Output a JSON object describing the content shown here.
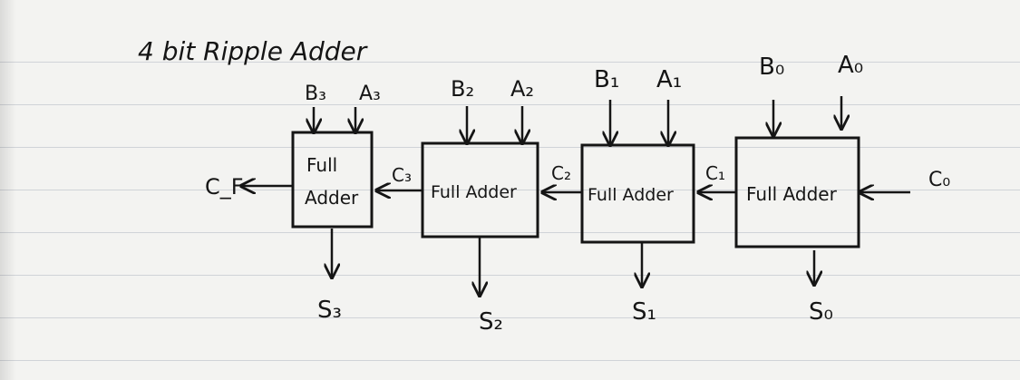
{
  "title": "4 bit Ripple Adder",
  "stages": [
    {
      "id": "stage3",
      "block_label_line1": "Full",
      "block_label_line2": "Adder",
      "input_b": "B₃",
      "input_a": "A₃",
      "sum": "S₃",
      "carry_out": "C_F"
    },
    {
      "id": "stage2",
      "block_label": "Full Adder",
      "input_b": "B₂",
      "input_a": "A₂",
      "sum": "S₂",
      "carry_out": "C₃"
    },
    {
      "id": "stage1",
      "block_label": "Full Adder",
      "input_b": "B₁",
      "input_a": "A₁",
      "sum": "S₁",
      "carry_out": "C₂"
    },
    {
      "id": "stage0",
      "block_label": "Full Adder",
      "input_b": "B₀",
      "input_a": "A₀",
      "sum": "S₀",
      "carry_out": "C₁",
      "carry_in": "C₀"
    }
  ],
  "colors": {
    "ink": "#151515",
    "paper": "#f3f3f1",
    "rule": "#8c94a6"
  }
}
